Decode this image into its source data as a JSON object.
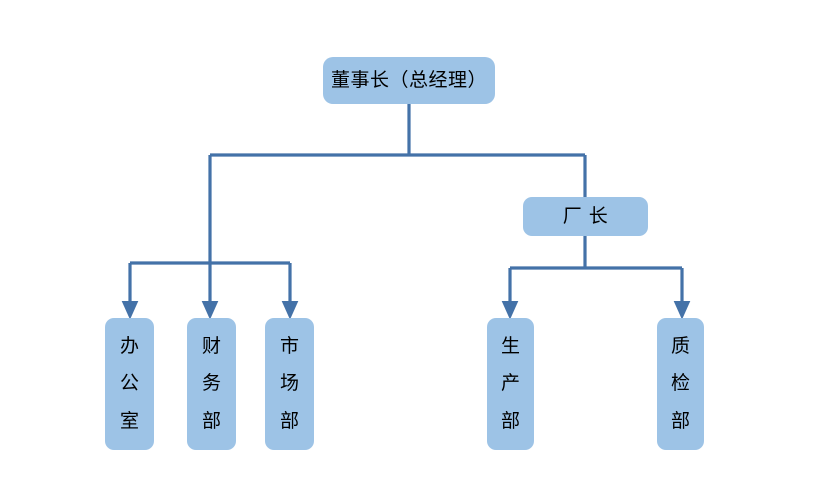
{
  "diagram": {
    "type": "organization-chart",
    "background_color": "#ffffff",
    "node_fill_color": "#9DC3E6",
    "connector_color": "#4472A8",
    "text_color": "#000000",
    "nodes": {
      "chairman": {
        "label": "董事长（总经理）",
        "orientation": "horizontal"
      },
      "plant_manager": {
        "label": "厂 长",
        "orientation": "horizontal"
      },
      "office": {
        "chars": [
          "办",
          "公",
          "室"
        ],
        "orientation": "vertical"
      },
      "finance": {
        "chars": [
          "财",
          "务",
          "部"
        ],
        "orientation": "vertical"
      },
      "marketing": {
        "chars": [
          "市",
          "场",
          "部"
        ],
        "orientation": "vertical"
      },
      "production": {
        "chars": [
          "生",
          "产",
          "部"
        ],
        "orientation": "vertical"
      },
      "quality": {
        "chars": [
          "质",
          "检",
          "部"
        ],
        "orientation": "vertical"
      }
    },
    "edges": [
      {
        "from": "chairman",
        "to": "office"
      },
      {
        "from": "chairman",
        "to": "finance"
      },
      {
        "from": "chairman",
        "to": "marketing"
      },
      {
        "from": "chairman",
        "to": "plant_manager"
      },
      {
        "from": "plant_manager",
        "to": "production"
      },
      {
        "from": "plant_manager",
        "to": "quality"
      }
    ]
  }
}
